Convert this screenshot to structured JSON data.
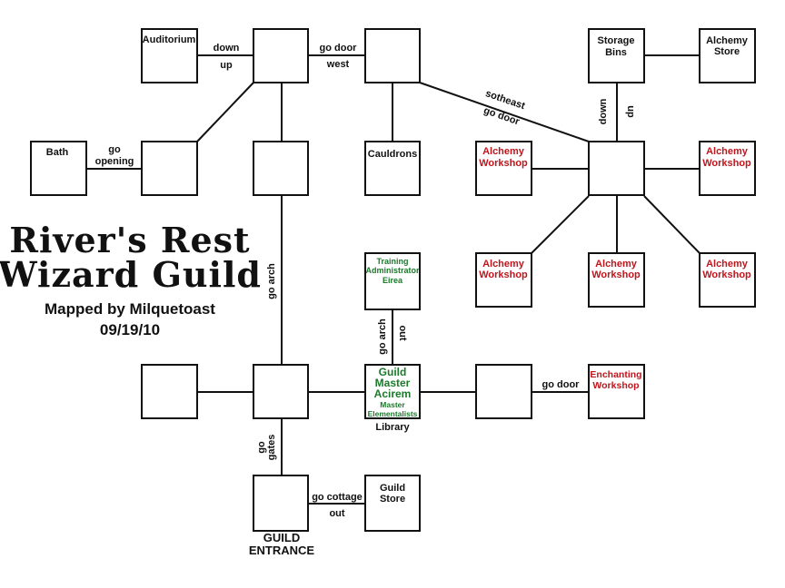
{
  "title_line1": "River's Rest",
  "title_line2": "Wizard Guild",
  "byline": "Mapped by Milquetoast",
  "date": "09/19/10",
  "rooms": {
    "auditorium": [
      "Auditorium"
    ],
    "storage": [
      "Storage",
      "Bins"
    ],
    "alchemy_store": [
      "Alchemy",
      "Store"
    ],
    "bath": [
      "Bath"
    ],
    "cauldrons": [
      "Cauldrons"
    ],
    "alch_ws_west": [
      "Alchemy",
      "Workshop"
    ],
    "alch_ws_east": [
      "Alchemy",
      "Workshop"
    ],
    "alch_ws_sw": [
      "Alchemy",
      "Workshop"
    ],
    "alch_ws_s": [
      "Alchemy",
      "Workshop"
    ],
    "alch_ws_se": [
      "Alchemy",
      "Workshop"
    ],
    "training": [
      "Training",
      "Administrator",
      "Eirea"
    ],
    "guild_master": [
      "Guild",
      "Master",
      "Acirem"
    ],
    "guild_master_small": [
      "Master",
      "Elementalists"
    ],
    "enchanting": [
      "Enchanting",
      "Workshop"
    ],
    "guild_store": [
      "Guild",
      "Store"
    ]
  },
  "outside_labels": {
    "library": "Library",
    "entrance": [
      "GUILD",
      "ENTRANCE"
    ]
  },
  "exits": {
    "down": "down",
    "up": "up",
    "go_door": "go door",
    "west": "west",
    "go": "go",
    "opening": "opening",
    "sotheast": "sotheast",
    "go_door_diag": "go door",
    "storage_down": "down",
    "storage_up": "up",
    "go_arch": "go arch",
    "go_arch2": "go arch",
    "out": "out",
    "go_door_ench": "go door",
    "go2": "go",
    "gates": "gates",
    "go_cottage": "go cottage",
    "out2": "out"
  },
  "colors": {
    "workshop_red": "#c0151c",
    "npc_green": "#1a7a2a",
    "line": "#111111"
  }
}
